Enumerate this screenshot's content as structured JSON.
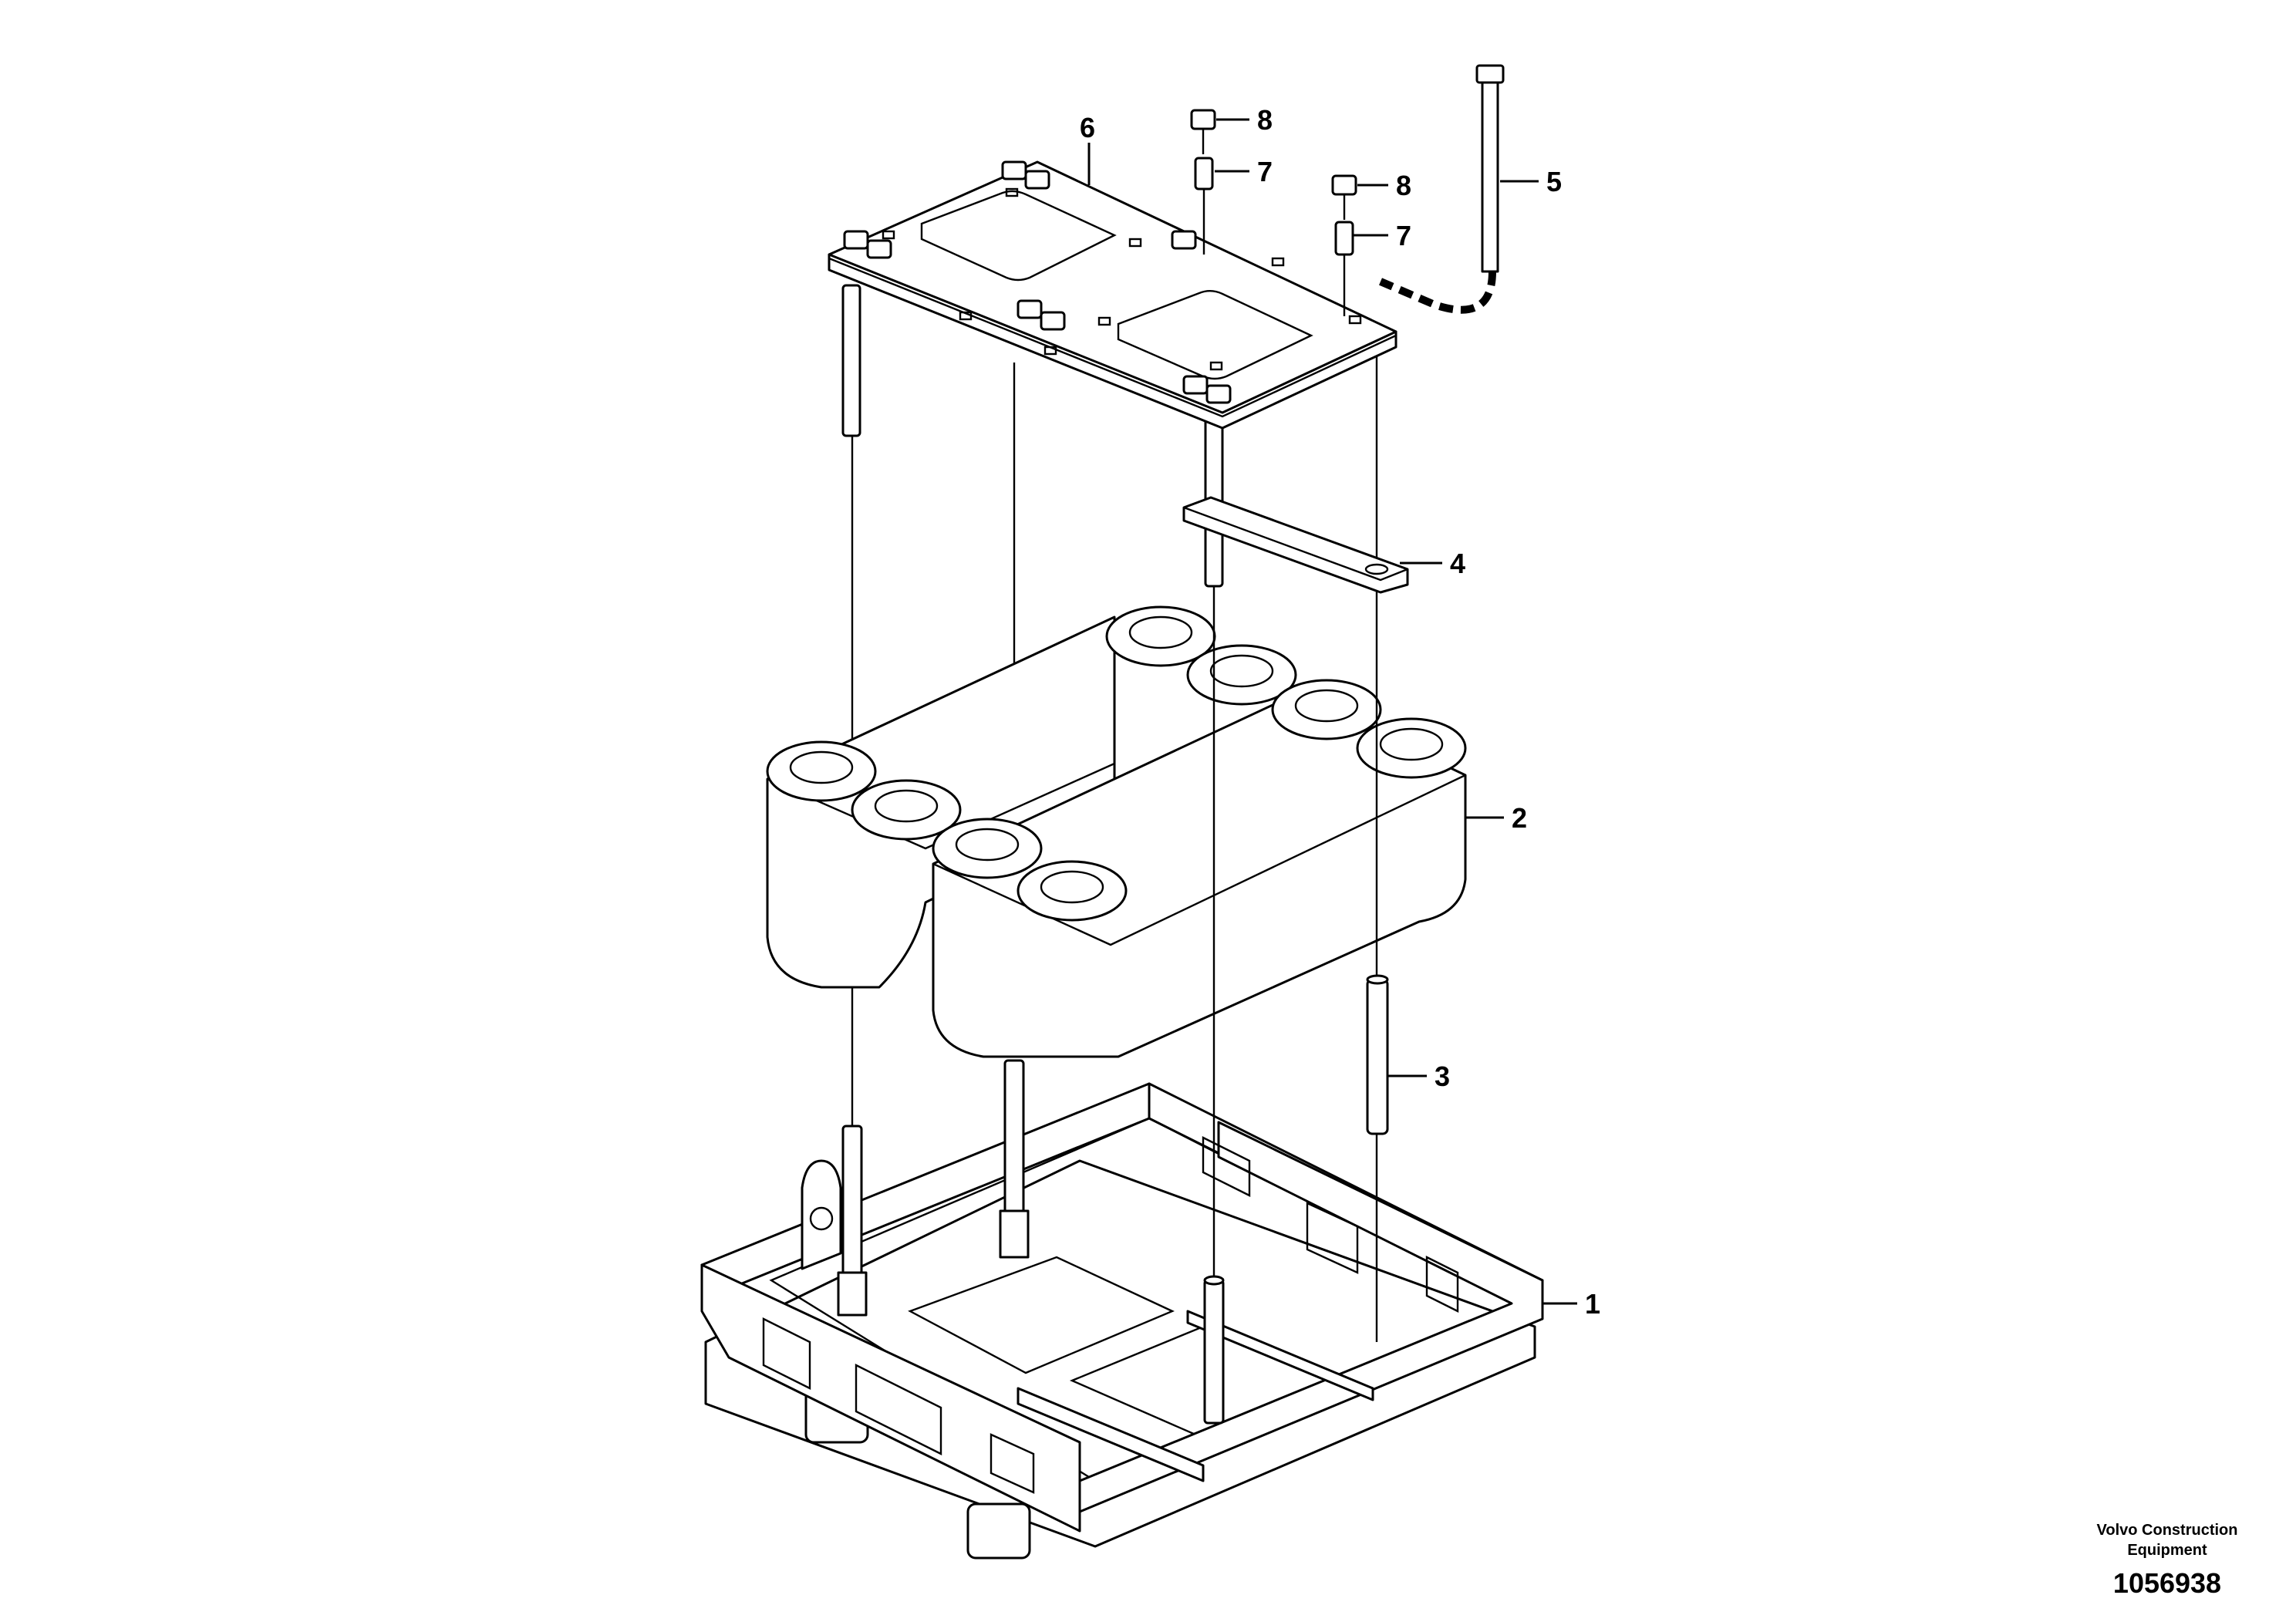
{
  "callouts": [
    {
      "id": "1",
      "label": "1"
    },
    {
      "id": "2",
      "label": "2"
    },
    {
      "id": "3",
      "label": "3"
    },
    {
      "id": "4",
      "label": "4"
    },
    {
      "id": "5",
      "label": "5"
    },
    {
      "id": "6",
      "label": "6"
    },
    {
      "id": "7a",
      "label": "7"
    },
    {
      "id": "7b",
      "label": "7"
    },
    {
      "id": "8a",
      "label": "8"
    },
    {
      "id": "8b",
      "label": "8"
    }
  ],
  "credit": {
    "line1": "Volvo Construction",
    "line2": "Equipment",
    "number": "1056938"
  }
}
